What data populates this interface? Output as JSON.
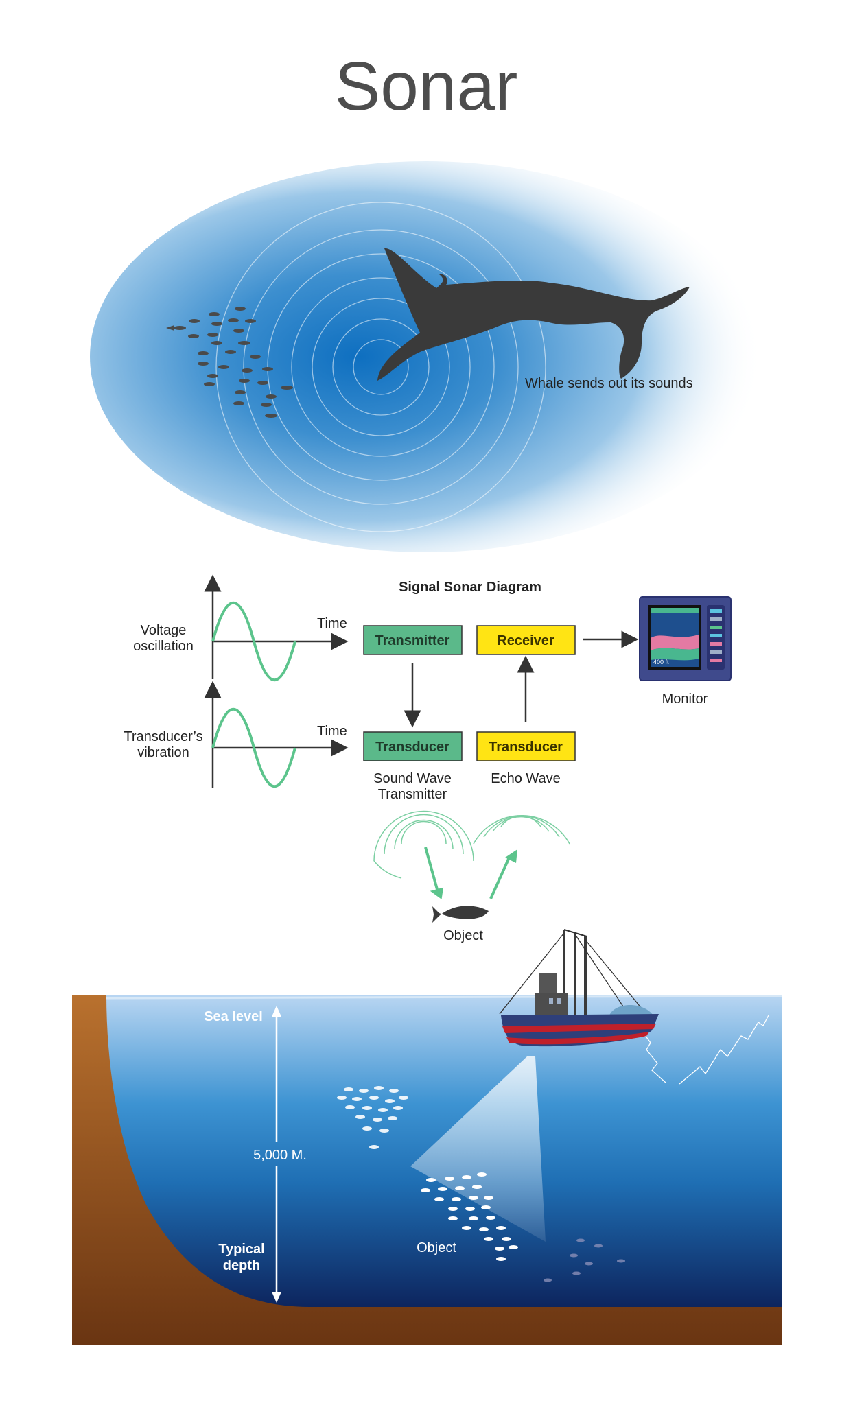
{
  "title": "Sonar",
  "whale_section": {
    "caption": "Whale sends out its sounds"
  },
  "diagram": {
    "heading": "Signal Sonar Diagram",
    "graphs": [
      {
        "label_line1": "Voltage",
        "label_line2": "oscillation",
        "axis_label": "Time"
      },
      {
        "label_line1": "Transducer’s",
        "label_line2": "vibration",
        "axis_label": "Time"
      }
    ],
    "boxes": {
      "transmitter": "Transmitter",
      "receiver": "Receiver",
      "transducer_left": "Transducer",
      "transducer_right": "Transducer"
    },
    "captions": {
      "sound_wave_line1": "Sound Wave",
      "sound_wave_line2": "Transmitter",
      "echo_wave": "Echo Wave",
      "monitor": "Monitor",
      "object": "Object"
    },
    "monitor_screen_label": "400 ft"
  },
  "ocean": {
    "sea_level": "Sea level",
    "depth_value": "5,000 M.",
    "typical_depth_line1": "Typical",
    "typical_depth_line2": "depth",
    "object": "Object"
  },
  "colors": {
    "title_gray": "#4d4d4d",
    "whale": "#3a3a3a",
    "green_box": "#5bb98a",
    "yellow_box": "#ffe414",
    "wave_green": "#5cc48c",
    "ocean_top": "#a9cdef",
    "ocean_mid": "#2a86c8",
    "ocean_deep": "#0f2b66",
    "seabed": "#7a3f14",
    "boat_hull_blue": "#2e3f7a",
    "boat_hull_red": "#c0202a"
  }
}
